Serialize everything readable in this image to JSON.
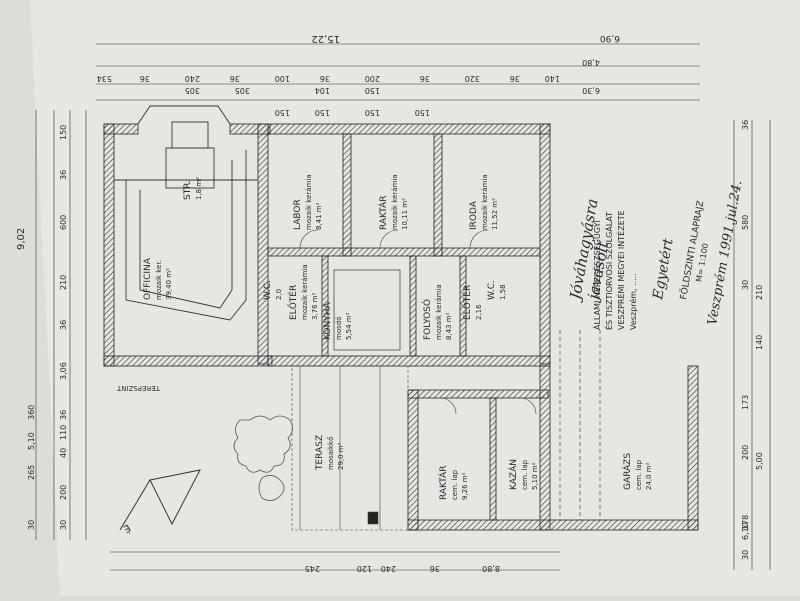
{
  "dimensions": {
    "top_total": "15,22",
    "top_right_total": "6,90",
    "top_chain": [
      "534",
      "36",
      "240",
      "36",
      "100",
      "36",
      "200",
      "36",
      "320",
      "36",
      "140"
    ],
    "top_sub": [
      "4,80",
      "6,30",
      "305",
      "305",
      "104",
      "150",
      "150",
      "150",
      "150",
      "150"
    ],
    "left_total": "9,02",
    "left_chain": [
      "150",
      "36",
      "600",
      "210",
      "36",
      "3,06",
      "36",
      "110",
      "40",
      "200",
      "30"
    ],
    "left_lower": [
      "5,10",
      "360",
      "265",
      "30"
    ],
    "right_chain": [
      "36",
      "580",
      "30",
      "210",
      "140",
      "173",
      "200",
      "5,00",
      "6,10",
      "178",
      "30"
    ],
    "bottom_chain": [
      "245",
      "120",
      "240",
      "36",
      "8,80"
    ]
  },
  "rooms": [
    {
      "name": "OFFICINA",
      "note": "mozaik ker.",
      "area": "39,40 m²"
    },
    {
      "name": "STR.",
      "note": "",
      "area": "1,8 m²"
    },
    {
      "name": "LABOR",
      "note": "mozaik kerámia",
      "area": "8,41 m²"
    },
    {
      "name": "RAKTÁR",
      "note": "mozaik kerámia",
      "area": "10,11 m²"
    },
    {
      "name": "IRODA",
      "note": "mozaik kerámia",
      "area": "11,52 m²"
    },
    {
      "name": "ELŐTÉR",
      "note": "mozaik kerámia",
      "area": "3,76 m²"
    },
    {
      "name": "W.C.",
      "note": "",
      "area": "2,0"
    },
    {
      "name": "KONYHA",
      "note": "mosdó",
      "area": "5,54 m²"
    },
    {
      "name": "FOLYOSÓ",
      "note": "mozaik kerámia",
      "area": "8,43 m²"
    },
    {
      "name": "ELŐTÉR",
      "note": "",
      "area": "2,16"
    },
    {
      "name": "W.C.",
      "note": "",
      "area": "1,58"
    },
    {
      "name": "TERASZ",
      "note": "mosaikkő",
      "area": "29,0 m²"
    },
    {
      "name": "RAKTÁR",
      "note": "cem. lap",
      "area": "9,26 m²"
    },
    {
      "name": "KAZÁN",
      "note": "cem. lap",
      "area": "5,10 m²"
    },
    {
      "name": "GARÁZS",
      "note": "cem. lap",
      "area": "24,0 m²"
    }
  ],
  "stamp": {
    "line1": "ÁLLAMI NÉPEGÉSZSÉGÜGYI",
    "line2": "ÉS TISZTIORVOSI SZOLGÁLAT",
    "line3": "VESZPRÉMI MEGYEI INTÉZETE",
    "line4": "Veszprém, ..... "
  },
  "title_block": {
    "line1": "FÖLDSZINTI ALAPRAJZ",
    "line2": "M= 1:100",
    "line3": "Veszprém 1991.jul.24."
  },
  "handwriting": {
    "note1": "Jóváhagyásra",
    "note2": "javasolt",
    "note3": "Egyetért"
  },
  "north_label": "É",
  "terrace_label": "TEREPSZINT"
}
